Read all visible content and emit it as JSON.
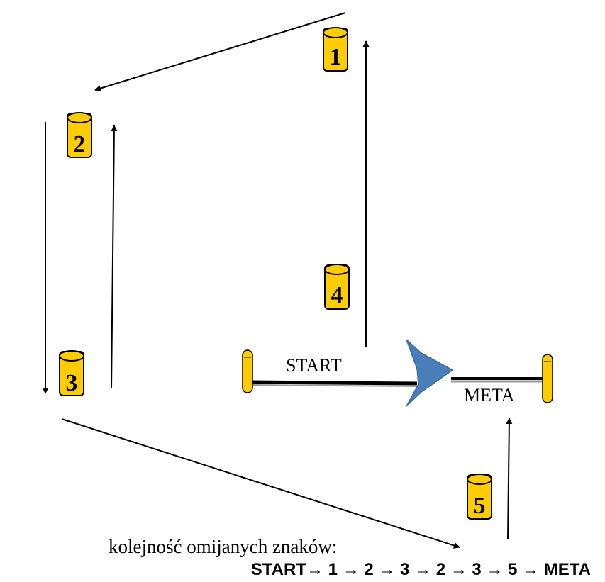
{
  "colors": {
    "cone_fill": "#FFCC00",
    "outline": "#000000",
    "flag": "#4A7EBB",
    "start_line": "#000000",
    "finish_line": "#000000",
    "finish_shadow": "#999999"
  },
  "cones": [
    {
      "label": "1"
    },
    {
      "label": "2"
    },
    {
      "label": "3"
    },
    {
      "label": "4"
    },
    {
      "label": "5"
    }
  ],
  "gates": {
    "start_label": "START",
    "finish_label": "META"
  },
  "caption": "kolejność omijanych znaków:",
  "sequence": "START→ 1 → 2 → 3 → 2 → 3 → 5 → META"
}
